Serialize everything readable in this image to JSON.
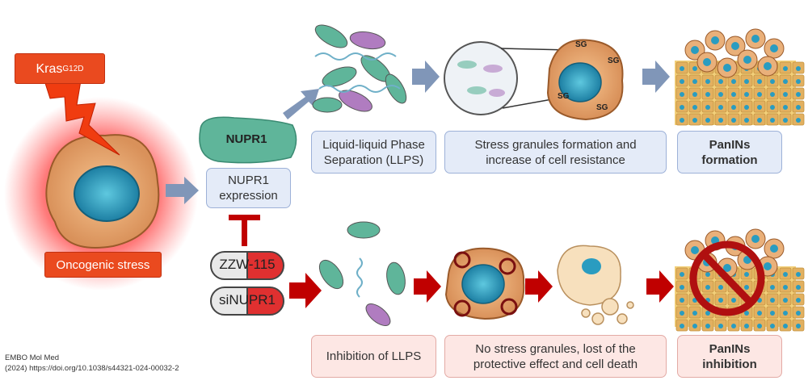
{
  "kras": {
    "label": "Kras",
    "superscript": "G12D"
  },
  "oncogenic_stress": "Oncogenic stress",
  "nupr1_protein": "NUPR1",
  "nupr1_expression": [
    "NUPR1",
    "expression"
  ],
  "drugs": [
    "ZZW-115",
    "siNUPR1"
  ],
  "top_row": [
    {
      "lines": [
        "Liquid-liquid Phase",
        "Separation (LLPS)"
      ]
    },
    {
      "lines": [
        "Stress granules formation and",
        "increase of cell resistance"
      ]
    },
    {
      "lines": [
        "PanINs",
        "formation"
      ]
    }
  ],
  "bottom_row": [
    {
      "lines": [
        "Inhibition of LLPS"
      ]
    },
    {
      "lines": [
        "No stress granules, lost of the",
        "protective effect and cell death"
      ]
    },
    {
      "lines": [
        "PanINs",
        "inhibition"
      ]
    }
  ],
  "sg_label": "SG",
  "citation": [
    "EMBO Mol Med",
    "(2024) https://doi.org/10.1038/s44321-024-00032-2"
  ],
  "colors": {
    "activation_arrow": "#8096b8",
    "inhibition_arrow": "#c00000",
    "protein": "#5fb59a",
    "top_box": "#e4ebf8",
    "bottom_box": "#fde7e4",
    "stress": "#ea4a1f"
  }
}
